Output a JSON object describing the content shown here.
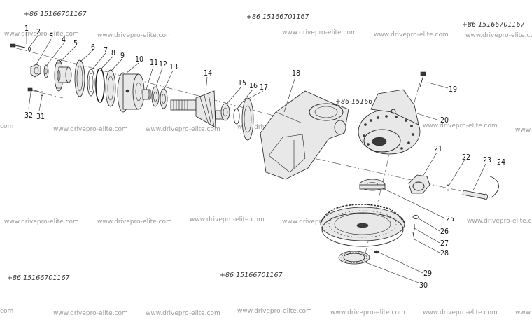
{
  "watermarks": {
    "phone": "+86 15166701167",
    "site": "www.drivepro-elite.com",
    "site_cut_left": "com",
    "site_cut_right": "www"
  },
  "diagram": {
    "callouts": [
      "1",
      "2",
      "3",
      "4",
      "5",
      "6",
      "7",
      "8",
      "9",
      "10",
      "11",
      "12",
      "13",
      "14",
      "15",
      "16",
      "17",
      "18",
      "19",
      "20",
      "21",
      "22",
      "23",
      "24",
      "25",
      "26",
      "27",
      "28",
      "29",
      "30",
      "31",
      "32"
    ]
  }
}
